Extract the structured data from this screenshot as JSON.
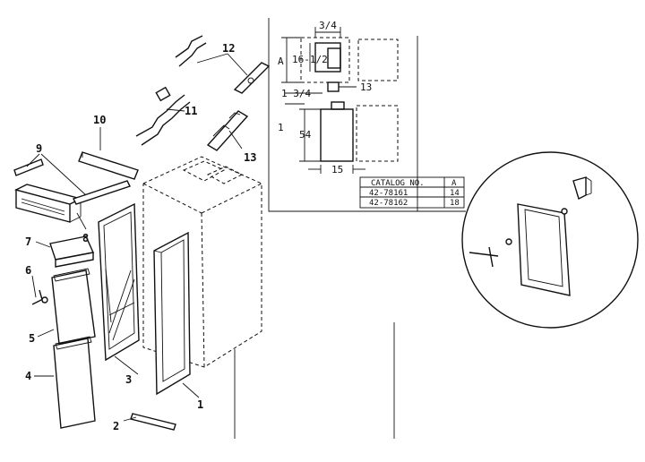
{
  "callouts": {
    "c1": "1",
    "c2": "2",
    "c3": "3",
    "c4": "4",
    "c5": "5",
    "c6": "6",
    "c7": "7",
    "c8": "8",
    "c9": "9",
    "c10": "10",
    "c11": "11",
    "c12": "12",
    "c13": "13"
  },
  "dimensions": {
    "top_width": "3/4",
    "inner_height": "16-1/2",
    "outer_height": "A",
    "tab_label": "13",
    "gap": "1 3/4",
    "lower_gap": "1",
    "panel_height": "54",
    "panel_width": "15"
  },
  "catalog_table": {
    "header_catalog": "CATALOG NO.",
    "header_a": "A",
    "rows": [
      {
        "catalog": "42-78161",
        "a": "14"
      },
      {
        "catalog": "42-78162",
        "a": "18"
      }
    ]
  }
}
